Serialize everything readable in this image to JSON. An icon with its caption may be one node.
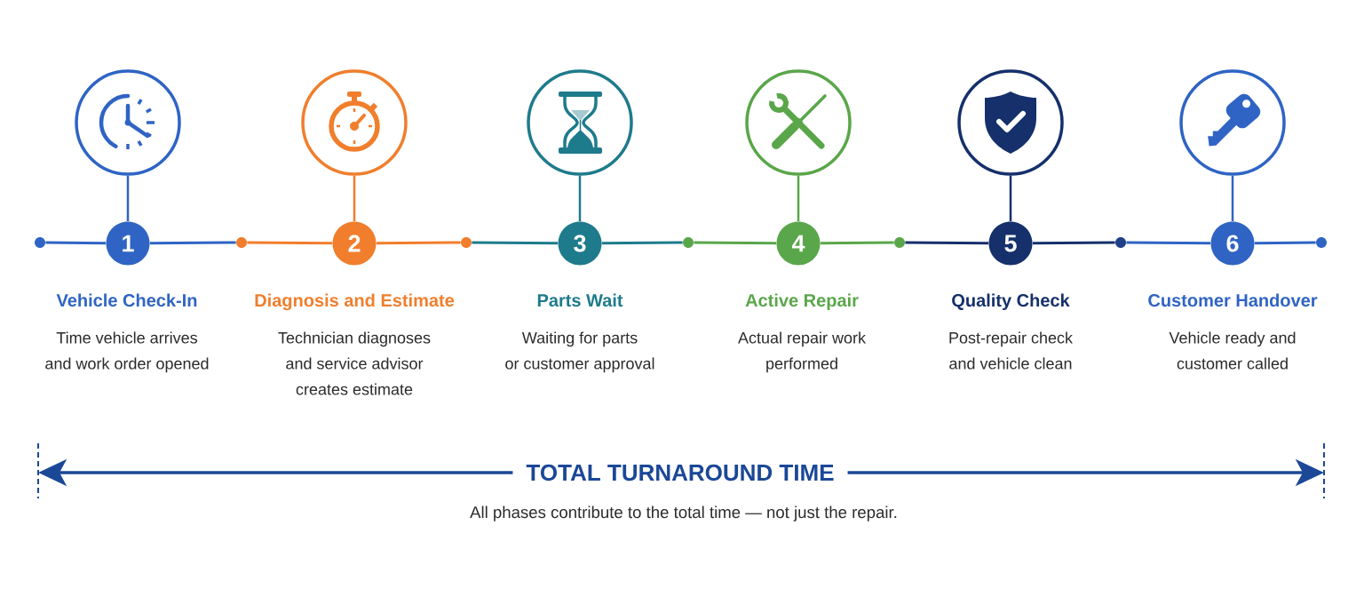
{
  "diagram": {
    "nodes": [
      {
        "text": [],
        "shape": "circle"
      },
      {
        "text": [
          "1"
        ],
        "beside": [
          "Vehicle Check-In",
          "Time vehicle arrives and work order opened"
        ]
      },
      {
        "text": [],
        "shape": "circle"
      },
      {
        "text": [
          "2"
        ],
        "beside": [
          "Diagnosis and Estimate",
          "Technician diagnoses and service advisor creates estimate"
        ]
      },
      {
        "text": [],
        "shape": "circle"
      },
      {
        "text": [
          "3"
        ],
        "beside": [
          "Parts Wait",
          "Waiting for parts or customer approval"
        ]
      },
      {
        "text": [],
        "shape": "circle"
      },
      {
        "text": [
          "4"
        ],
        "beside": [
          "Active Repair",
          "Actual repair work performed"
        ]
      },
      {
        "text": [],
        "shape": "circle"
      },
      {
        "text": [
          "5"
        ],
        "beside": [
          "Quality Check",
          "Post-repair check and vehicle clean"
        ]
      },
      {
        "text": [],
        "shape": "circle"
      },
      {
        "text": [
          "6"
        ],
        "beside": [
          "Customer Handover",
          "Vehicle ready and customer called"
        ]
      },
      {
        "text": [],
        "shape": "circle"
      },
      {
        "text": [],
        "shape": "circle"
      },
      {
        "text": [],
        "shape": "circle"
      },
      {
        "text": [],
        "shape": "circle"
      },
      {
        "text": [],
        "shape": "circle"
      },
      {
        "text": [],
        "shape": "circle"
      },
      {
        "text": [],
        "shape": "circle"
      }
    ],
    "edges": [
      {
        "from": 12,
        "to": 1,
        "arrow": "none",
        "color": "#2f64c4"
      },
      {
        "from": 0,
        "to": 1,
        "arrow": "none",
        "color": "#2f64c4"
      },
      {
        "from": 1,
        "to": 13,
        "arrow": "none",
        "color": "#2f64c4"
      },
      {
        "from": 13,
        "to": 3,
        "arrow": "none",
        "color": "#f07e2c"
      },
      {
        "from": 2,
        "to": 3,
        "arrow": "none",
        "color": "#f07e2c"
      },
      {
        "from": 3,
        "to": 14,
        "arrow": "none",
        "color": "#f07e2c"
      },
      {
        "from": 14,
        "to": 5,
        "arrow": "none",
        "color": "#1e7b8b"
      },
      {
        "from": 4,
        "to": 5,
        "arrow": "none",
        "color": "#1e7b8b"
      },
      {
        "from": 5,
        "to": 15,
        "arrow": "none",
        "color": "#1e7b8b"
      },
      {
        "from": 15,
        "to": 7,
        "arrow": "none",
        "color": "#5aa64a"
      },
      {
        "from": 6,
        "to": 7,
        "arrow": "none",
        "color": "#5aa64a"
      },
      {
        "from": 7,
        "to": 16,
        "arrow": "none",
        "color": "#5aa64a"
      },
      {
        "from": 16,
        "to": 9,
        "arrow": "none",
        "color": "#15306b"
      },
      {
        "from": 8,
        "to": 9,
        "arrow": "none",
        "color": "#15306b"
      },
      {
        "from": 9,
        "to": 17,
        "arrow": "none",
        "color": "#15306b"
      },
      {
        "from": 17,
        "to": 11,
        "arrow": "none",
        "color": "#2f64c4"
      },
      {
        "from": 10,
        "to": 11,
        "arrow": "none",
        "color": "#2f64c4"
      },
      {
        "from": 11,
        "to": 18,
        "arrow": "none",
        "color": "#2f64c4"
      }
    ],
    "labels": [
      "TOTAL TURNAROUND TIME",
      "All phases contribute to the total time — not just the repair."
    ]
  }
}
